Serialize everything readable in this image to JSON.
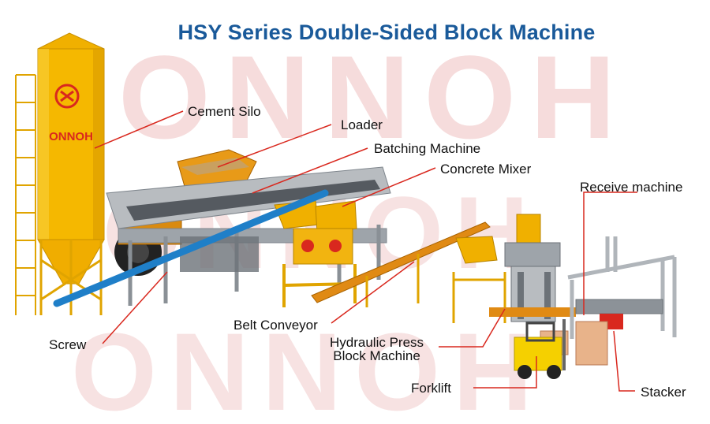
{
  "title": "HSY Series Double-Sided Block Machine",
  "brand": {
    "name": "ONNOH",
    "silo_text": "ONNOH",
    "watermark_text": "ONNOH"
  },
  "labels": {
    "cement_silo": "Cement Silo",
    "loader": "Loader",
    "batching_machine": "Batching Machine",
    "concrete_mixer": "Concrete Mixer",
    "receive_machine": "Receive machine",
    "belt_conveyor": "Belt Conveyor",
    "screw": "Screw",
    "hydraulic_press_line1": "Hydraulic Press",
    "hydraulic_press_line2": "Block Machine",
    "forklift": "Forklift",
    "stacker": "Stacker"
  },
  "colors": {
    "title": "#1a5a9a",
    "leader_line": "#d9281e",
    "silo_yellow": "#f5b800",
    "steel_gray": "#9ea4aa",
    "orange": "#f08a1e",
    "blue_screw": "#1f7fc8",
    "watermark": "#f6dcdc"
  }
}
